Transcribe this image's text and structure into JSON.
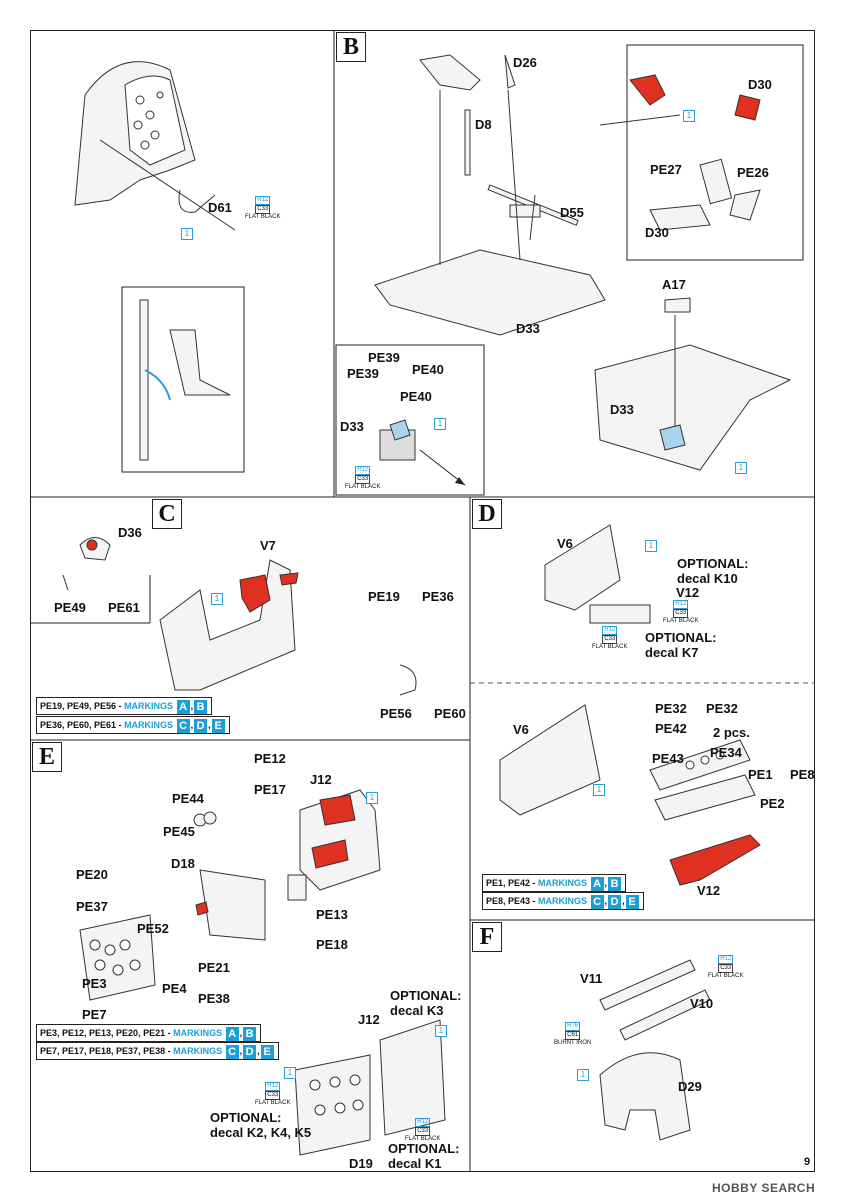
{
  "sections": {
    "B": "B",
    "C": "C",
    "D": "D",
    "E": "E",
    "F": "F"
  },
  "part_labels": {
    "d61": "D61",
    "d26": "D26",
    "d8": "D8",
    "d55": "D55",
    "d33a": "D33",
    "d30a": "D30",
    "pe27": "PE27",
    "pe26": "PE26",
    "d30b": "D30",
    "a17": "A17",
    "d33b": "D33",
    "pe39a": "PE39",
    "pe39b": "PE39",
    "pe40a": "PE40",
    "pe40b": "PE40",
    "d33c": "D33",
    "d36": "D36",
    "pe49": "PE49",
    "pe61": "PE61",
    "v7": "V7",
    "pe19": "PE19",
    "pe36": "PE36",
    "pe56": "PE56",
    "pe60": "PE60",
    "v6a": "V6",
    "v12a": "V12",
    "opt_k10": "OPTIONAL:",
    "k10": "decal K10",
    "opt_k7": "OPTIONAL:",
    "k7": "decal K7",
    "v6b": "V6",
    "pe32a": "PE32",
    "pe32b": "PE32",
    "pe42": "PE42",
    "two_pcs": "2 pcs.",
    "pe43": "PE43",
    "pe34": "PE34",
    "pe1": "PE1",
    "pe8": "PE8",
    "pe2": "PE2",
    "v12b": "V12",
    "pe12": "PE12",
    "pe17": "PE17",
    "j12a": "J12",
    "pe44": "PE44",
    "pe45": "PE45",
    "d18": "D18",
    "pe20": "PE20",
    "pe37": "PE37",
    "pe52": "PE52",
    "pe13": "PE13",
    "pe18": "PE18",
    "pe21": "PE21",
    "pe38": "PE38",
    "pe3": "PE3",
    "pe7": "PE7",
    "pe4": "PE4",
    "opt_k3": "OPTIONAL:",
    "k3": "decal K3",
    "j12b": "J12",
    "opt_k245": "OPTIONAL:",
    "k245": "decal K2, K4, K5",
    "opt_k1": "OPTIONAL:",
    "k1": "decal K1",
    "d19": "D19",
    "v11": "V11",
    "v10": "V10",
    "d29": "D29"
  },
  "paint": {
    "h12": "H12",
    "c33": "C33",
    "flat_black": "FLAT BLACK",
    "h76": "H76",
    "c61": "C61",
    "burnt_iron": "BURNT IRON"
  },
  "step_badge": "1",
  "markings": {
    "c1": {
      "parts": "PE19, PE49, PE56 - ",
      "word": "MARKINGS",
      "a": "A",
      "b": "B"
    },
    "c2": {
      "parts": "PE36, PE60, PE61 - ",
      "word": "MARKINGS",
      "a": "C",
      "b": "D",
      "c": "E"
    },
    "d1": {
      "parts": "PE1, PE42 - ",
      "word": "MARKINGS",
      "a": "A",
      "b": "B"
    },
    "d2": {
      "parts": "PE8, PE43 - ",
      "word": "MARKINGS",
      "a": "C",
      "b": "D",
      "c": "E"
    },
    "e1": {
      "parts": "PE3, PE12, PE13, PE20, PE21 - ",
      "word": "MARKINGS",
      "a": "A",
      "b": "B"
    },
    "e2": {
      "parts": "PE7, PE17, PE18, PE37, PE38 - ",
      "word": "MARKINGS",
      "a": "C",
      "b": "D",
      "c": "E"
    }
  },
  "page_number": "9",
  "footer": "HOBBY SEARCH",
  "colors": {
    "accent": "#1aa0d8",
    "part_red": "#e03020",
    "outline": "#222222"
  }
}
